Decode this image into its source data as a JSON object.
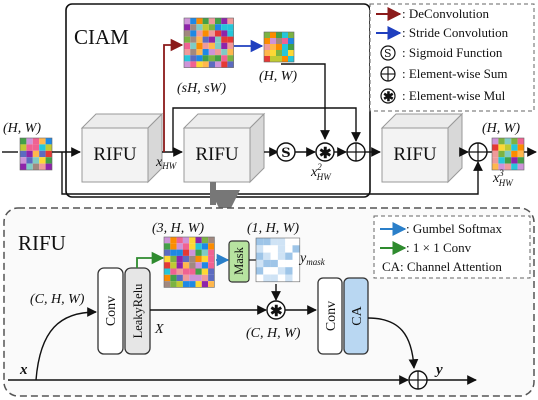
{
  "ciam": {
    "title": "CIAM",
    "input_dims": "(H, W)",
    "deconv_dims": "(sH, sW)",
    "stride_dims": "(H, W)",
    "x_hw": "x",
    "x_hw_sub": "HW",
    "x_hw2": "x",
    "x_hw2_sup": "2",
    "x_hw2_sub": "HW",
    "output_dims": "(H, W)",
    "x_hw3": "x",
    "x_hw3_sup": "3",
    "x_hw3_sub": "HW",
    "sigmoid_symbol": "S",
    "block_labels": [
      "RIFU",
      "RIFU",
      "RIFU"
    ]
  },
  "legend_top": {
    "items": [
      {
        "symbol": "arrow",
        "color": "#8b1a1a",
        "label": ": DeConvolution"
      },
      {
        "symbol": "arrow",
        "color": "#1f3fbf",
        "label": ": Stride Convolution"
      },
      {
        "symbol": "circle-s",
        "label": ": Sigmoid Function"
      },
      {
        "symbol": "circle-plus",
        "label": ": Element-wise Sum"
      },
      {
        "symbol": "circle-star",
        "label": ": Element-wise Mul"
      }
    ]
  },
  "rifu": {
    "title": "RIFU",
    "input_dims": "(C, H, W)",
    "gumbel_dims": "(3, H, W)",
    "mask_dims": "(1, H, W)",
    "y_mask": "y",
    "y_mask_sub": "mask",
    "mul_dims": "(C, H, W)",
    "X": "X",
    "x": "x",
    "y": "y",
    "conv1": "Conv",
    "leaky": "LeakyRelu",
    "mask": "Mask",
    "conv2": "Conv",
    "ca": "CA"
  },
  "legend_bottom": {
    "items": [
      {
        "symbol": "arrow",
        "color": "#2a7fc9",
        "label": ": Gumbel Softmax"
      },
      {
        "symbol": "arrow",
        "color": "#2e8b2e",
        "label": ": 1 × 1 Conv"
      },
      {
        "symbol": "text",
        "label": "CA: Channel Attention"
      }
    ]
  },
  "colors": {
    "deconv": "#8b1a1a",
    "stride": "#1f3fbf",
    "gumbel": "#2a7fc9",
    "conv1x1": "#2e8b2e",
    "mask_box": "#b7e3a0",
    "ca_box": "#b9d7f2",
    "leaky_box": "#e6e6e6"
  }
}
